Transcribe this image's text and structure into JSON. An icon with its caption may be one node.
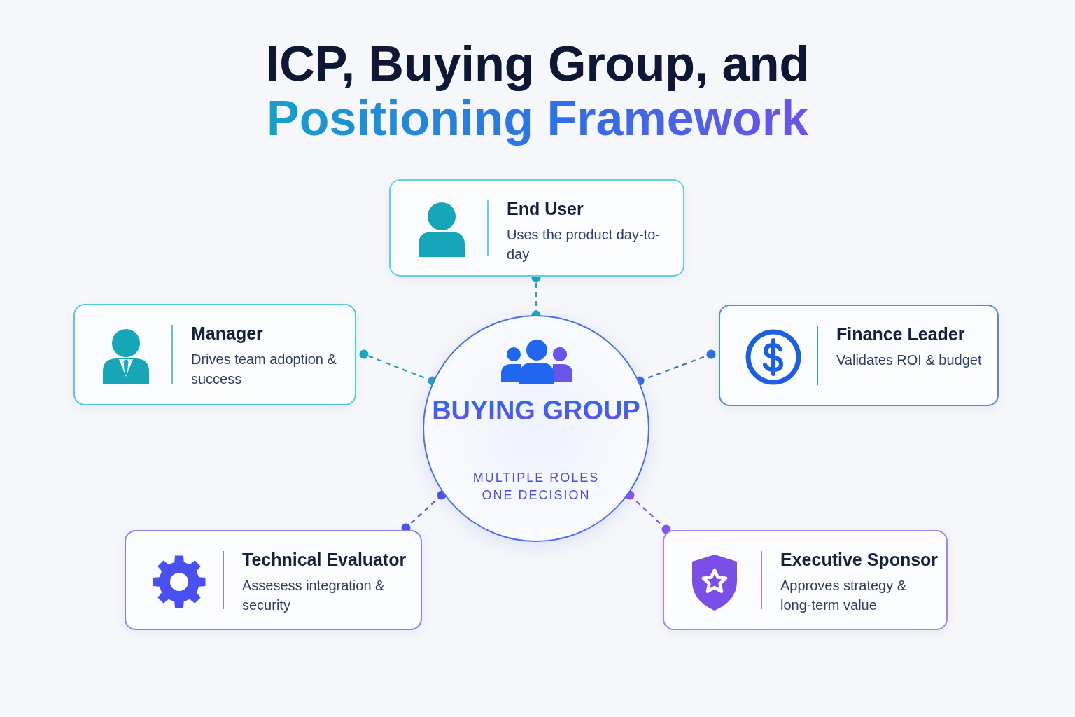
{
  "diagram": {
    "title": "ICP, Buying Group, and Positioning Framework",
    "nodes": [
      {
        "text": [
          "BUYING GROUP",
          "MULTIPLE ROLES ONE DECISION"
        ]
      },
      {
        "text": [
          "End User",
          "Uses the product day-to-day"
        ]
      },
      {
        "text": [
          "Manager",
          "Drives team adoption & success"
        ]
      },
      {
        "text": [
          "Finance Leader",
          "Validates ROI & budget"
        ]
      },
      {
        "text": [
          "Technical Evaluator",
          "Assesess integration & security"
        ]
      },
      {
        "text": [
          "Executive Sponsor",
          "Approves strategy & long-term value"
        ]
      }
    ],
    "edges": [
      {
        "from": 0,
        "to": 1,
        "arrow": "other",
        "style": "dashed",
        "color": "#1aa8bd"
      },
      {
        "from": 0,
        "to": 2,
        "arrow": "other",
        "style": "dashed",
        "color": "#1aa8bd"
      },
      {
        "from": 0,
        "to": 3,
        "arrow": "other",
        "style": "dashed",
        "color": "#2f6fe8"
      },
      {
        "from": 0,
        "to": 4,
        "arrow": "other",
        "style": "dashed",
        "color": "#4a55e6"
      },
      {
        "from": 0,
        "to": 5,
        "arrow": "other",
        "style": "dashed",
        "color": "#8a55e6"
      }
    ]
  }
}
